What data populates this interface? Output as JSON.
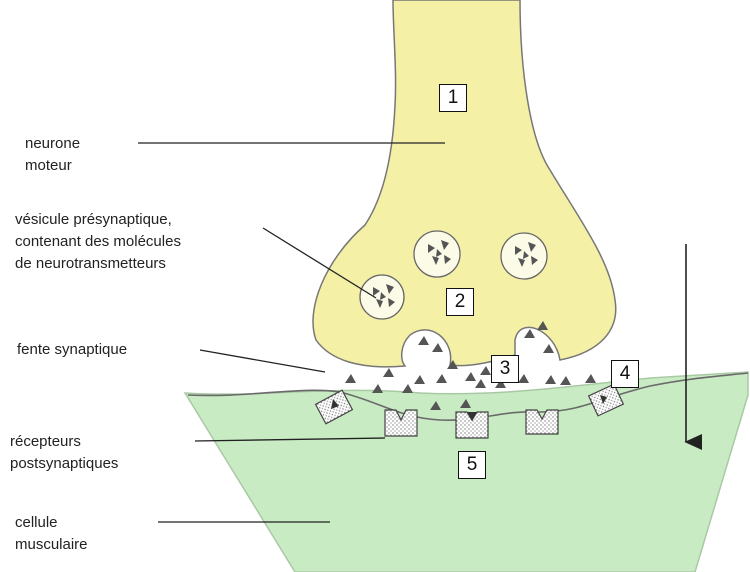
{
  "colors": {
    "neuron_fill": "#f4f1a6",
    "muscle_fill": "#c9ebc4",
    "molecule": "#555555",
    "line": "#222222"
  },
  "labels": {
    "motor_neuron": [
      "neurone",
      "moteur"
    ],
    "vesicle": [
      "vésicule présynaptique,",
      "contenant des molécules",
      "de neurotransmetteurs"
    ],
    "synaptic_cleft": [
      "fente synaptique"
    ],
    "receptors": [
      "récepteurs",
      "postsynaptiques"
    ],
    "muscle_cell": [
      "cellule",
      "musculaire"
    ]
  },
  "numbers": [
    "1",
    "2",
    "3",
    "4",
    "5"
  ]
}
